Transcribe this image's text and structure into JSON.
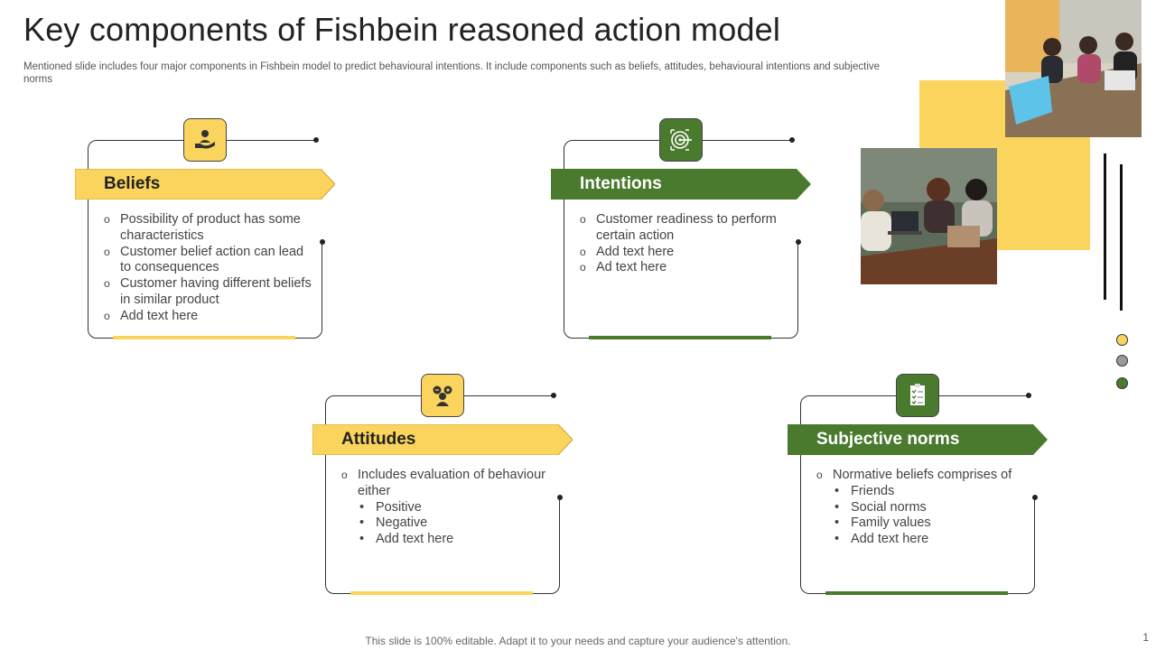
{
  "slide": {
    "title": "Key components of Fishbein reasoned action model",
    "subtitle": "Mentioned slide includes four major components in Fishbein model to predict behavioural intentions. It include components such as beliefs, attitudes, behavioural intentions and subjective norms",
    "footer": "This slide is 100% editable. Adapt it to your needs and capture your audience's attention.",
    "page_number": "1"
  },
  "colors": {
    "yellow": "#FBD45E",
    "green": "#4A7A2E",
    "dark": "#333333"
  },
  "cards": {
    "beliefs": {
      "label": "Beliefs",
      "icon": "hand-person-icon",
      "items": [
        "Possibility of product has some characteristics",
        "Customer belief action can lead to consequences",
        "Customer having different beliefs in similar product",
        "Add text here"
      ]
    },
    "intentions": {
      "label": "Intentions",
      "icon": "target-icon",
      "items": [
        "Customer readiness to perform certain action",
        "Add text here",
        "Ad text here"
      ]
    },
    "attitudes": {
      "label": "Attitudes",
      "icon": "people-thought-icon",
      "intro": "Includes evaluation of behaviour either",
      "subitems": [
        "Positive",
        "Negative",
        "Add text here"
      ]
    },
    "subjective_norms": {
      "label": "Subjective norms",
      "icon": "checklist-icon",
      "intro": "Normative beliefs comprises of",
      "subitems": [
        "Friends",
        "Social norms",
        "Family values",
        "Add text here"
      ]
    }
  },
  "bullets": {
    "circle": "o",
    "dot": "•"
  }
}
